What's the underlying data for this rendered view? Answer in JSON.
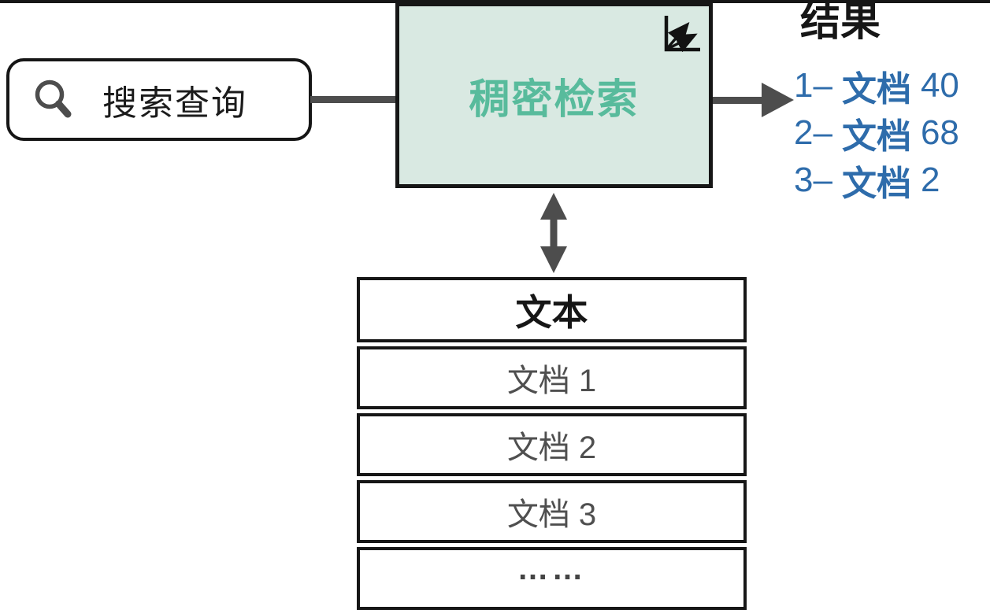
{
  "diagram_title": "dense-retrieval-flow",
  "colors": {
    "border_black": "#161616",
    "retrieval_box_bg": "#d9e9e2",
    "retrieval_text_teal": "#58bb9c",
    "result_blue": "#2e6cab",
    "arrow_gray": "#4d4d4d",
    "row_text_gray": "#4f4f4f"
  },
  "icons": {
    "query_icon": "magnifier-icon",
    "retrieval_icon": "vector-axes-icon"
  },
  "query": {
    "label": "搜索查询"
  },
  "retrieval": {
    "label": "稠密检索"
  },
  "results": {
    "title": "结果",
    "items": [
      {
        "rank": "1–",
        "doc": "文档",
        "num": "40"
      },
      {
        "rank": "2–",
        "doc": "文档",
        "num": "68"
      },
      {
        "rank": "3–",
        "doc": "文档",
        "num": "2"
      }
    ]
  },
  "database": {
    "header": "文本",
    "rows": [
      "文档 1",
      "文档 2",
      "文档 3",
      "……"
    ]
  }
}
